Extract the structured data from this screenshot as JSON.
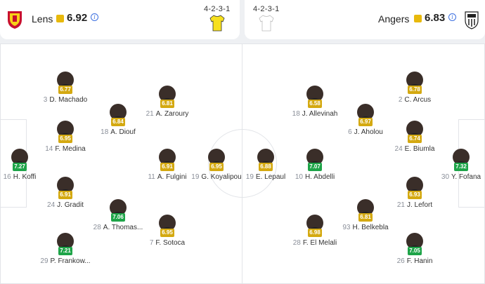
{
  "home": {
    "name": "Lens",
    "rating": "6.92",
    "formation": "4-2-3-1",
    "colors": {
      "shirt": "#f7e01e",
      "crest": "#c8102e"
    }
  },
  "away": {
    "name": "Angers",
    "rating": "6.83",
    "formation": "4-2-3-1",
    "colors": {
      "shirt": "#ffffff",
      "crest": "#222222"
    }
  },
  "home_players": [
    {
      "number": "16",
      "name": "H. Koffi",
      "rating": "7.27",
      "color": "green"
    },
    {
      "number": "3",
      "name": "D. Machado",
      "rating": "6.77",
      "color": "yellow"
    },
    {
      "number": "14",
      "name": "F. Medina",
      "rating": "6.95",
      "color": "yellow"
    },
    {
      "number": "24",
      "name": "J. Gradit",
      "rating": "6.91",
      "color": "yellow"
    },
    {
      "number": "29",
      "name": "P. Frankow...",
      "rating": "7.21",
      "color": "green"
    },
    {
      "number": "18",
      "name": "A. Diouf",
      "rating": "6.84",
      "color": "yellow"
    },
    {
      "number": "28",
      "name": "A. Thomas...",
      "rating": "7.06",
      "color": "green"
    },
    {
      "number": "21",
      "name": "A. Zaroury",
      "rating": "6.81",
      "color": "yellow"
    },
    {
      "number": "11",
      "name": "A. Fulgini",
      "rating": "6.91",
      "color": "yellow"
    },
    {
      "number": "7",
      "name": "F. Sotoca",
      "rating": "6.95",
      "color": "yellow"
    },
    {
      "number": "19",
      "name": "G. Koyalipou",
      "rating": "6.95",
      "color": "yellow"
    }
  ],
  "away_players": [
    {
      "number": "30",
      "name": "Y. Fofana",
      "rating": "7.32",
      "color": "green"
    },
    {
      "number": "2",
      "name": "C. Arcus",
      "rating": "6.78",
      "color": "yellow"
    },
    {
      "number": "24",
      "name": "E. Biumla",
      "rating": "6.74",
      "color": "yellow"
    },
    {
      "number": "21",
      "name": "J. Lefort",
      "rating": "6.93",
      "color": "yellow"
    },
    {
      "number": "26",
      "name": "F. Hanin",
      "rating": "7.05",
      "color": "green"
    },
    {
      "number": "6",
      "name": "J. Aholou",
      "rating": "6.97",
      "color": "yellow"
    },
    {
      "number": "93",
      "name": "H. Belkebla",
      "rating": "6.81",
      "color": "yellow"
    },
    {
      "number": "18",
      "name": "J. Allevinah",
      "rating": "6.58",
      "color": "yellow"
    },
    {
      "number": "10",
      "name": "H. Abdelli",
      "rating": "7.07",
      "color": "green"
    },
    {
      "number": "28",
      "name": "F. El Melali",
      "rating": "6.98",
      "color": "yellow"
    },
    {
      "number": "19",
      "name": "E. Lepaul",
      "rating": "6.88",
      "color": "yellow"
    }
  ]
}
